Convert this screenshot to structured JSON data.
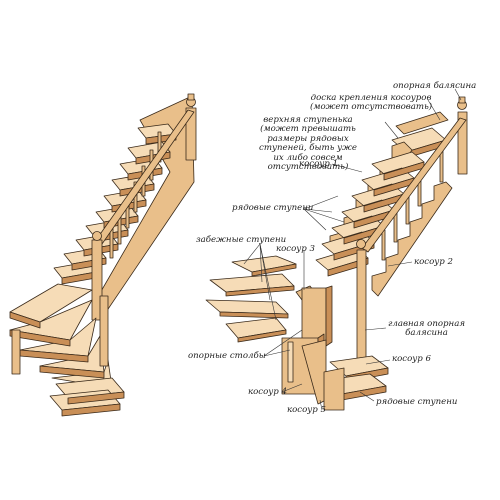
{
  "labels": {
    "support_baluster": "опорная балясина",
    "stringer_board": "доска крепления косоуров\n(может отсутствовать)",
    "top_step": "верхняя ступенька\n(может превышать\nразмеры рядовых\nступеней, быть уже\nих либо совсем\nотсутствовать)",
    "stringer_1": "косоур 1",
    "ordinary_steps_top": "рядовые ступени",
    "winder_steps": "забежные ступени",
    "stringer_3": "косоур 3",
    "stringer_2": "косоур 2",
    "main_support_baluster": "главная опорная\nбалясина",
    "support_posts": "опорные столбы",
    "stringer_6": "косоур 6",
    "stringer_4": "косоур 4",
    "ordinary_steps_bottom": "рядовые ступени",
    "stringer_5": "косоур 5"
  },
  "colors": {
    "wood_light": "#f6dcb7",
    "wood_mid": "#e9bf8a",
    "wood_dark": "#c98f57",
    "outline": "#3a2a1a",
    "leader": "#333333"
  }
}
